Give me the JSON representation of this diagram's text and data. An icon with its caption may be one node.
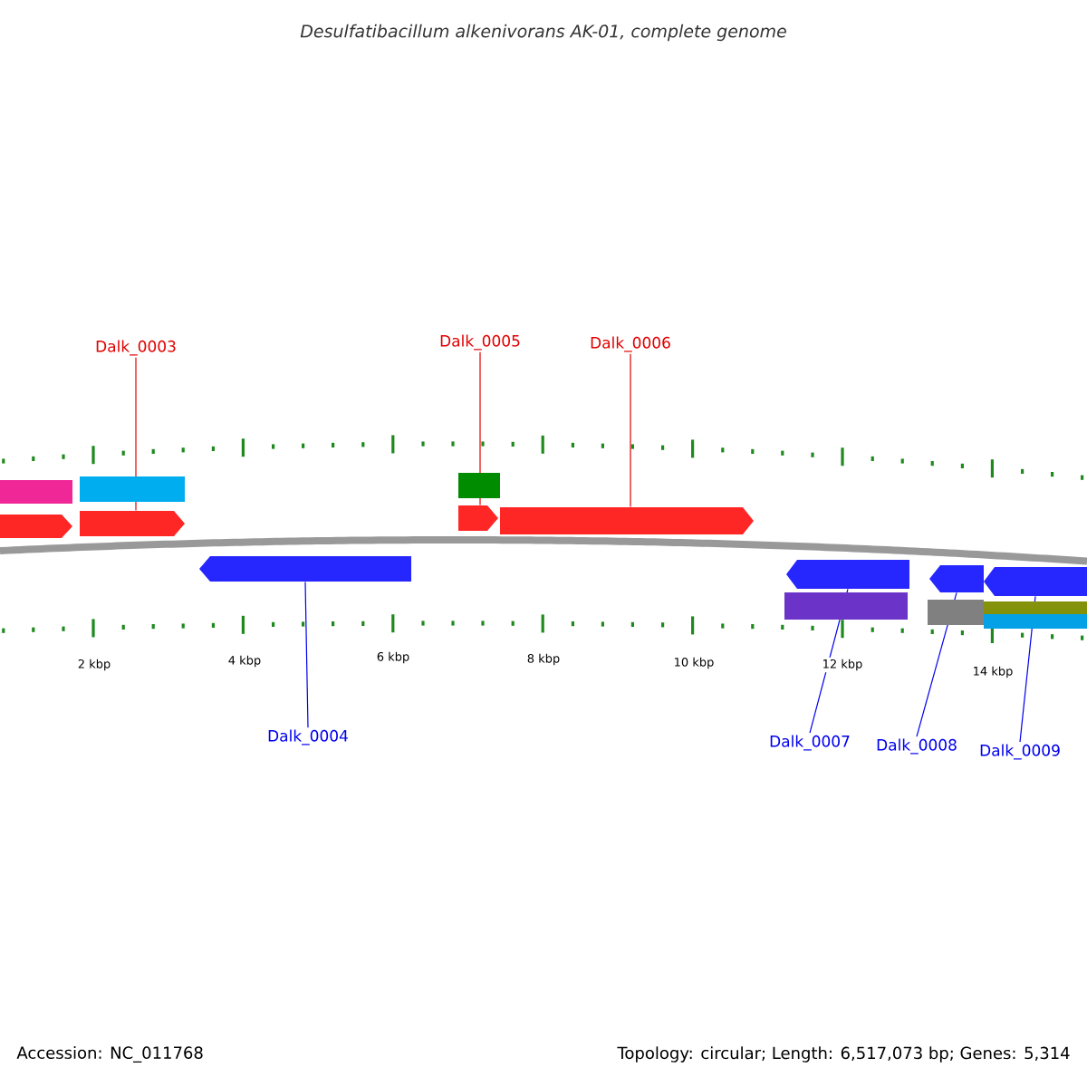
{
  "diagram": {
    "title": "Desulfatibacillum alkenivorans AK-01, complete genome",
    "nodes": [
      {
        "text": [
          "Dalk_0003"
        ]
      },
      {
        "text": [
          "Dalk_0004"
        ]
      },
      {
        "text": [
          "Dalk_0005"
        ]
      },
      {
        "text": [
          "Dalk_0006"
        ]
      },
      {
        "text": [
          "Dalk_0007"
        ]
      },
      {
        "text": [
          "Dalk_0008"
        ]
      },
      {
        "text": [
          "Dalk_0009"
        ]
      },
      {
        "text": [],
        "shape": "arrow"
      },
      {
        "text": [],
        "shape": "arrow"
      },
      {
        "text": [],
        "shape": "arrow"
      },
      {
        "text": [],
        "shape": "arrow"
      },
      {
        "text": [],
        "shape": "arrow"
      },
      {
        "text": [],
        "shape": "arrow"
      },
      {
        "text": [],
        "shape": "arrow"
      },
      {
        "text": [],
        "shape": "arrow"
      }
    ],
    "edges": [
      {
        "from": 0,
        "to": 8,
        "arrow": "none",
        "color": "#e00000"
      },
      {
        "from": 1,
        "to": 9,
        "arrow": "none",
        "color": "#0000ee"
      },
      {
        "from": 2,
        "to": 10,
        "arrow": "none",
        "color": "#e00000"
      },
      {
        "from": 3,
        "to": 11,
        "arrow": "none",
        "color": "#e00000"
      },
      {
        "from": 4,
        "to": 12,
        "arrow": "none",
        "color": "#0000ee"
      },
      {
        "from": 5,
        "to": 13,
        "arrow": "none",
        "color": "#0000ee"
      },
      {
        "from": 6,
        "to": 14,
        "arrow": "none",
        "color": "#0000ee"
      }
    ],
    "labels": [
      "2 kbp",
      "4 kbp",
      "6 kbp",
      "8 kbp",
      "10 kbp",
      "12 kbp",
      "14 kbp",
      "Accession: NC_011768",
      "Topology: circular; Length: 6,517,073 bp; Genes: 5,314"
    ]
  }
}
